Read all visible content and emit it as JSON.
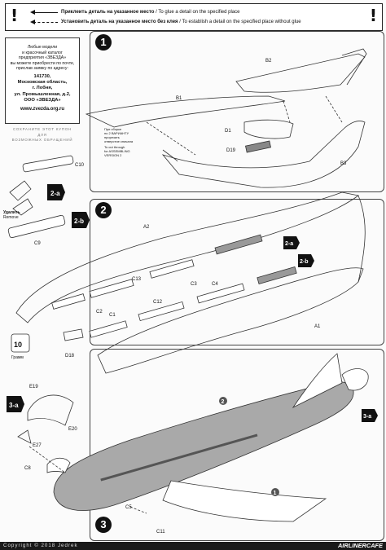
{
  "legend": {
    "warning_symbol": "!",
    "glue_ru": "Приклеить деталь на указанное место",
    "glue_en": "/ To glue a detail on the specified place",
    "noglue_ru": "Установить деталь на указанное место без клея",
    "noglue_en": "/ To establish a detail on the specified place without glue"
  },
  "info_box": {
    "lines": [
      "Любые модели",
      "и красочный каталог",
      "предприятия «ЗВЕЗДА»",
      "вы можете приобрести по почте,",
      "прислав заявку по адресу:"
    ],
    "address": [
      "141730,",
      "Московская область,",
      "г. Лобня,",
      "ул. Промышленная, д.2,",
      "ООО «ЗВЕЗДА»"
    ],
    "url": "www.zvezda.org.ru"
  },
  "coupon_text": [
    "СОХРАНИТЕ ЭТОТ КУПОН",
    "ДЛЯ",
    "ВОЗМОЖНЫХ ОБРАЩЕНИЙ"
  ],
  "steps": [
    "1",
    "2",
    "3"
  ],
  "substeps": [
    "2-a",
    "2-b",
    "3-a"
  ],
  "part_labels": {
    "B1": "B1",
    "B2": "B2",
    "B3": "B3",
    "D1": "D1",
    "D19": "D19",
    "C10": "C10",
    "C9": "C9",
    "A2": "A2",
    "A1": "A1",
    "C1": "C1",
    "C2": "C2",
    "C3": "C3",
    "C4": "C4",
    "C12": "C12",
    "C13": "C13",
    "D18": "D18",
    "E19": "E19",
    "E20": "E20",
    "E27": "E27",
    "C8": "C8",
    "C5": "C5",
    "C11": "C11",
    "two": "2",
    "one": "1"
  },
  "remove_label": "Удалить\nRemove",
  "weight_label": "10",
  "weight_unit": "Грамм",
  "cut_note": [
    "При сборке",
    "по 2 ВАРИАНТУ",
    "прорезать",
    "отверстие сначала",
    "To cut through",
    "for ASSEMBLING",
    "VERSION 2"
  ],
  "footer": {
    "copyright": "Copyright © 2018 Jedrek",
    "brand": "AIRLINERCAFE"
  },
  "colors": {
    "grey_fill": "#a9a9a9",
    "footer_bg": "#1a1a1a",
    "line": "#333333"
  }
}
